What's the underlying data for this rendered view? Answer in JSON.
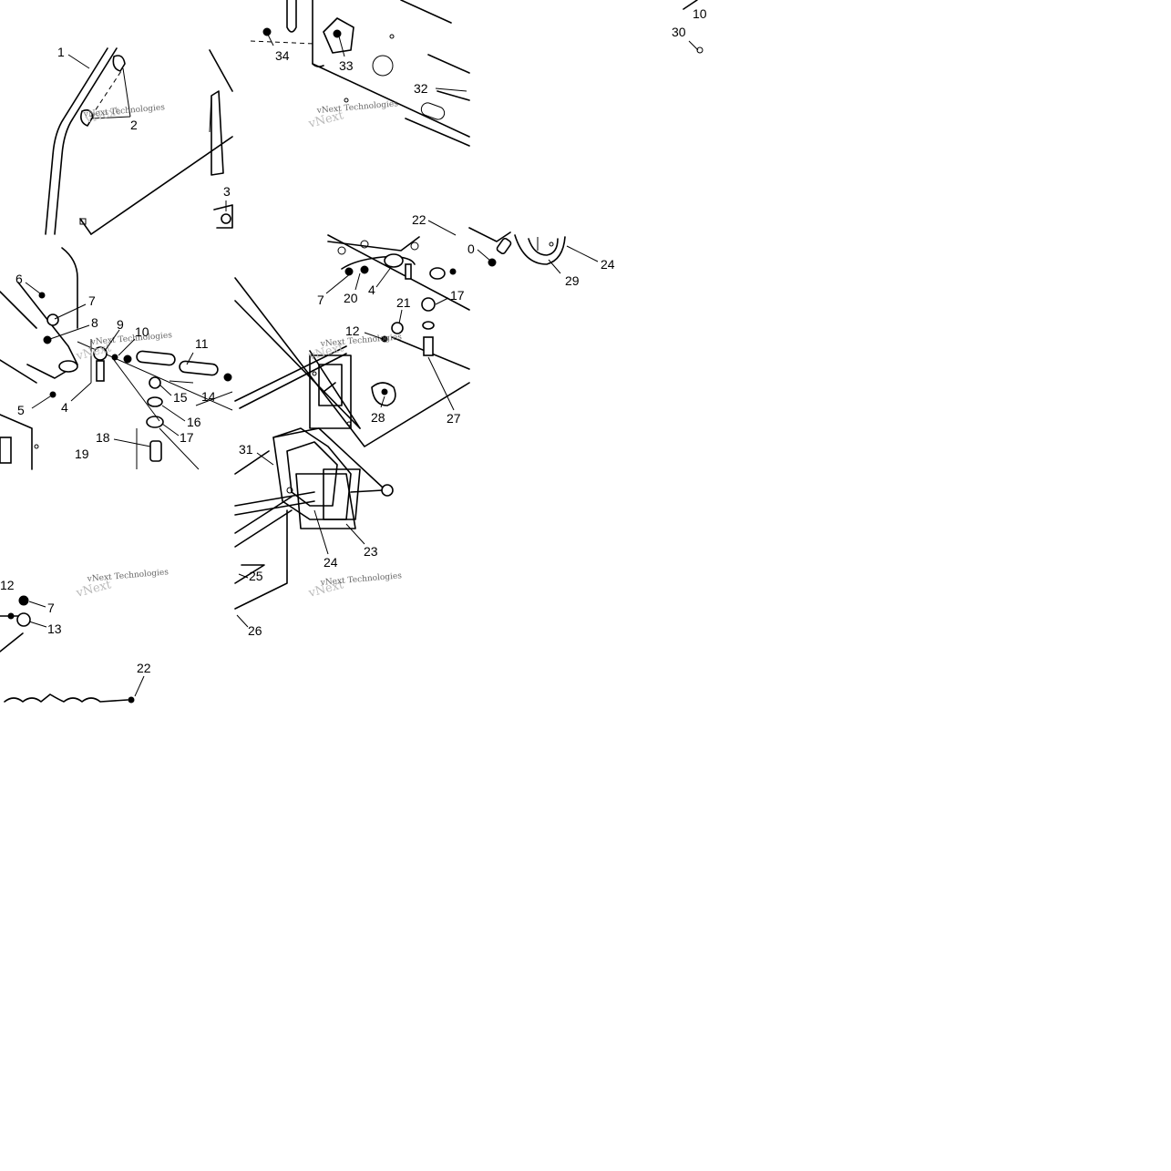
{
  "watermark": "vNext Technologies",
  "callouts": [
    {
      "id": "c1",
      "text": "1"
    },
    {
      "id": "c2",
      "text": "2"
    },
    {
      "id": "c3",
      "text": "3"
    },
    {
      "id": "c34",
      "text": "34"
    },
    {
      "id": "c33",
      "text": "33"
    },
    {
      "id": "c32",
      "text": "32"
    },
    {
      "id": "c10a",
      "text": "10"
    },
    {
      "id": "c30",
      "text": "30"
    },
    {
      "id": "c6",
      "text": "6"
    },
    {
      "id": "c7a",
      "text": "7"
    },
    {
      "id": "c8",
      "text": "8"
    },
    {
      "id": "c9",
      "text": "9"
    },
    {
      "id": "c10b",
      "text": "10"
    },
    {
      "id": "c11",
      "text": "11"
    },
    {
      "id": "c4a",
      "text": "4"
    },
    {
      "id": "c5",
      "text": "5"
    },
    {
      "id": "c15",
      "text": "15"
    },
    {
      "id": "c14",
      "text": "14"
    },
    {
      "id": "c16",
      "text": "16"
    },
    {
      "id": "c17a",
      "text": "17"
    },
    {
      "id": "c18",
      "text": "18"
    },
    {
      "id": "c19",
      "text": "19"
    },
    {
      "id": "c22a",
      "text": "22"
    },
    {
      "id": "c0",
      "text": "0"
    },
    {
      "id": "c24a",
      "text": "24"
    },
    {
      "id": "c29",
      "text": "29"
    },
    {
      "id": "c7b",
      "text": "7"
    },
    {
      "id": "c20",
      "text": "20"
    },
    {
      "id": "c4b",
      "text": "4"
    },
    {
      "id": "c21",
      "text": "21"
    },
    {
      "id": "c17b",
      "text": "17"
    },
    {
      "id": "c12a",
      "text": "12"
    },
    {
      "id": "c28",
      "text": "28"
    },
    {
      "id": "c27",
      "text": "27"
    },
    {
      "id": "c31",
      "text": "31"
    },
    {
      "id": "c24b",
      "text": "24"
    },
    {
      "id": "c23",
      "text": "23"
    },
    {
      "id": "c25",
      "text": "25"
    },
    {
      "id": "c26",
      "text": "26"
    },
    {
      "id": "c12b",
      "text": "12"
    },
    {
      "id": "c7c",
      "text": "7"
    },
    {
      "id": "c13",
      "text": "13"
    },
    {
      "id": "c22b",
      "text": "22"
    }
  ]
}
